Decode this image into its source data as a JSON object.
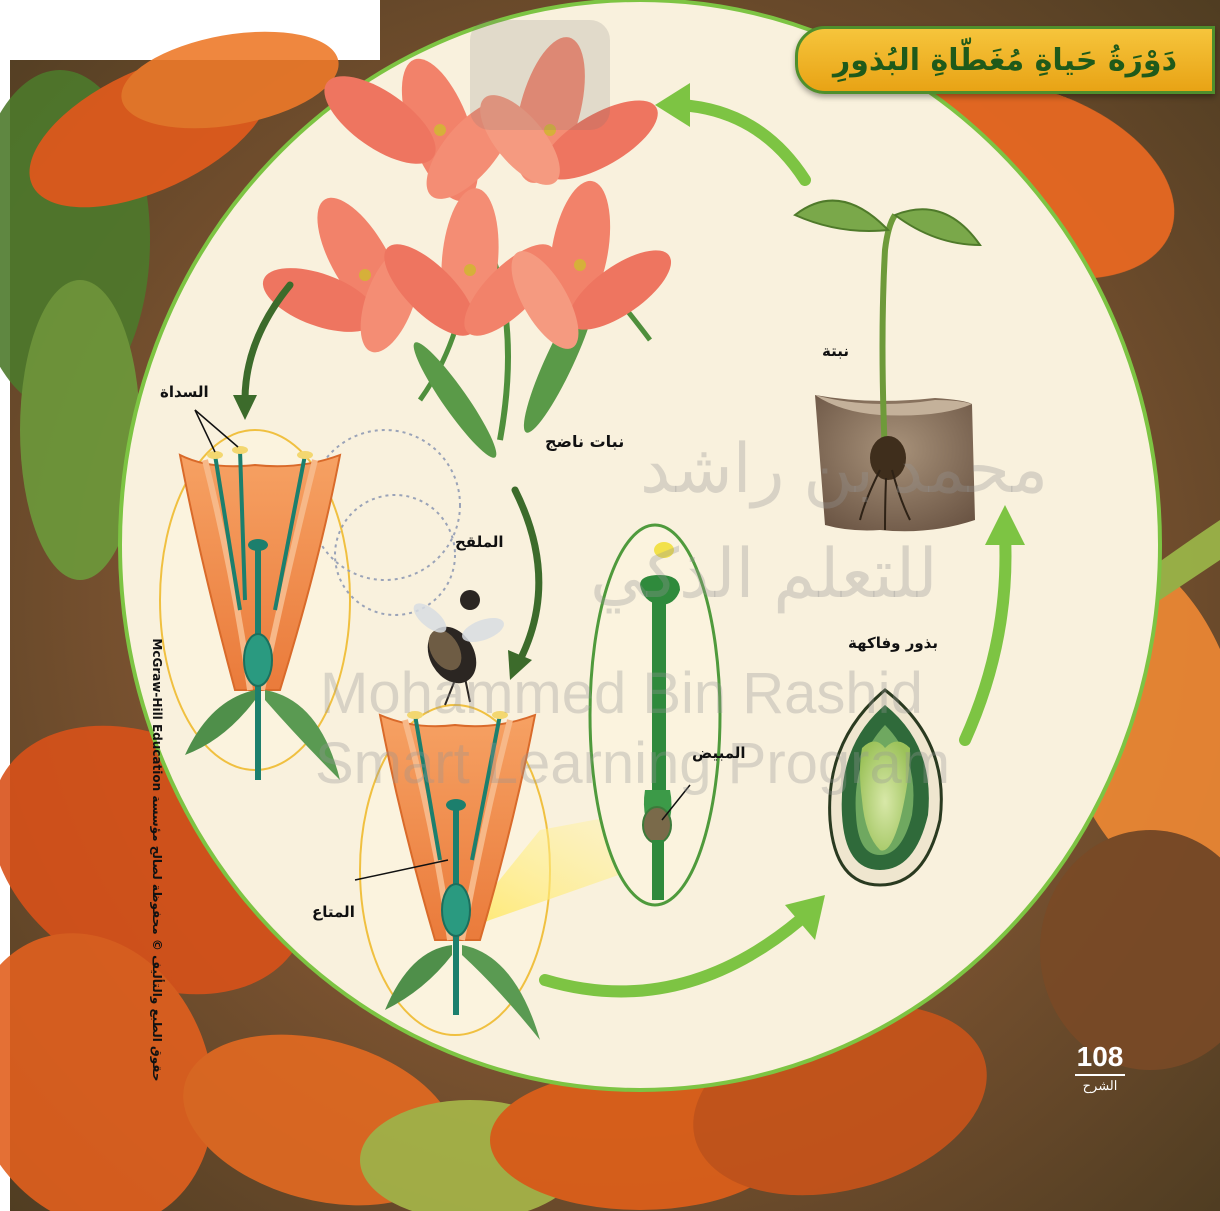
{
  "title": "دَوْرَةُ حَياةِ مُغَطّاةِ البُذورِ",
  "labels": {
    "mature_plant": "نبات ناضج",
    "pollinator": "الملقح",
    "stamen": "السداة",
    "pollen": "المتاع",
    "ovary": "المبيض",
    "seeds_fruit": "بذور وفاكهة",
    "seedling": "نبتة"
  },
  "watermark": {
    "arabic_line1": "محمد بن راشد",
    "arabic_line2": "للتعلم الذكي",
    "english_line1": "Mohammed Bin Rashid",
    "english_line2": "Smart Learning Program"
  },
  "copyright": "حقوق الطبع والتأليف © محفوظة لصالح مؤسسة McGraw-Hill Education",
  "page": {
    "number": "108",
    "section": "الشرح"
  },
  "colors": {
    "circle_fill": "#f9f1dd",
    "arrow_light_green": "#7dc443",
    "arrow_dark_green": "#3c6b2b",
    "banner_yellow": "#f0b429",
    "title_green": "#1f5a1a",
    "petal_orange": "#f08a4b",
    "stem_teal": "#1c7f6d"
  },
  "icons": [
    "lily-flowers-icon",
    "flower-cross-section-icon",
    "bee-icon",
    "pistil-icon",
    "seed-icon",
    "seedling-icon"
  ]
}
